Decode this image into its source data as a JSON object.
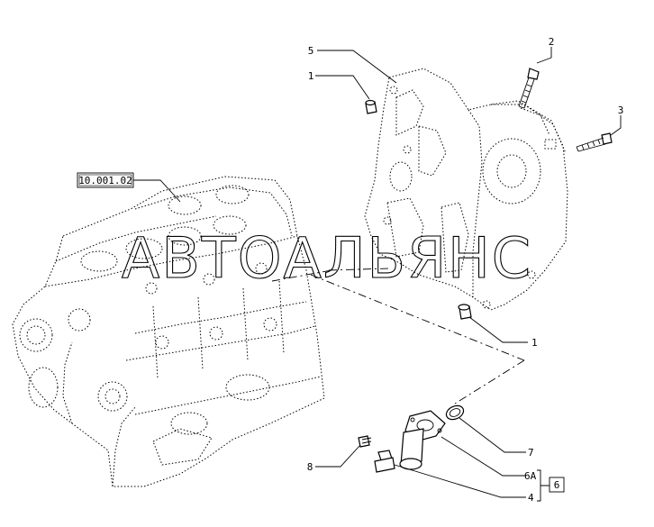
{
  "reference_box": "10.001.02",
  "watermark": "АВТОАЛЬЯНС",
  "callouts": {
    "c1_top": "1",
    "c1_bottom": "1",
    "c2": "2",
    "c3": "3",
    "c4": "4",
    "c5": "5",
    "c6": "6",
    "c6a": "6A",
    "c7": "7",
    "c8": "8"
  }
}
